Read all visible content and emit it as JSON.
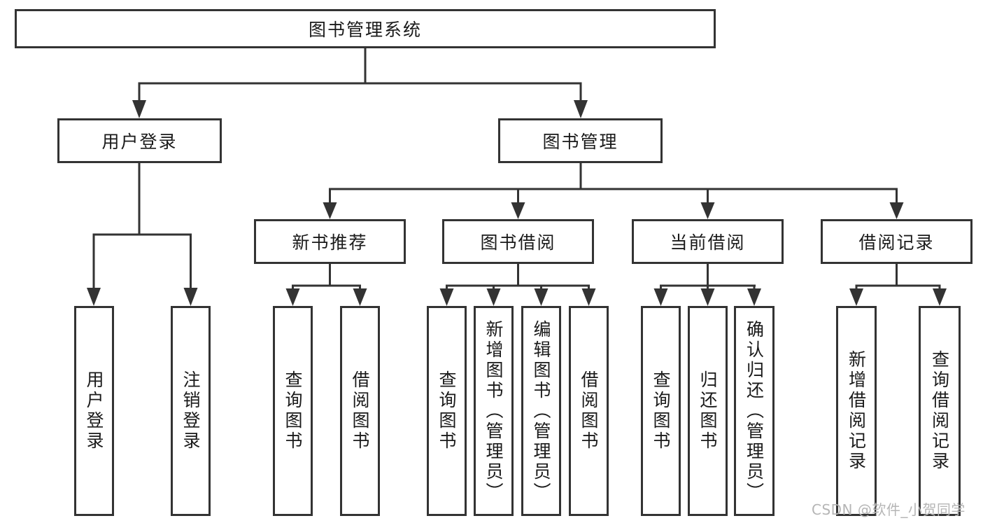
{
  "diagram": {
    "root": {
      "label": "图书管理系统"
    },
    "branches": [
      {
        "label": "用户登录",
        "leaves": [
          {
            "label": "用户登录"
          },
          {
            "label": "注销登录"
          }
        ]
      },
      {
        "label": "图书管理",
        "groups": [
          {
            "label": "新书推荐",
            "leaves": [
              {
                "label": "查询图书"
              },
              {
                "label": "借阅图书"
              }
            ]
          },
          {
            "label": "图书借阅",
            "leaves": [
              {
                "label": "查询图书"
              },
              {
                "label": "新增图书（管理员）"
              },
              {
                "label": "编辑图书（管理员）"
              },
              {
                "label": "借阅图书"
              }
            ]
          },
          {
            "label": "当前借阅",
            "leaves": [
              {
                "label": "查询图书"
              },
              {
                "label": "归还图书"
              },
              {
                "label": "确认归还（管理员）"
              }
            ]
          },
          {
            "label": "借阅记录",
            "leaves": [
              {
                "label": "新增借阅记录"
              },
              {
                "label": "查询借阅记录"
              }
            ]
          }
        ]
      }
    ]
  },
  "watermark": {
    "text": "CSDN @软件_小贺同学",
    "color": "#b5b5b5"
  },
  "colors": {
    "line": "#333333",
    "box_border": "#333333",
    "text": "#1a1a1a",
    "background": "#ffffff"
  }
}
